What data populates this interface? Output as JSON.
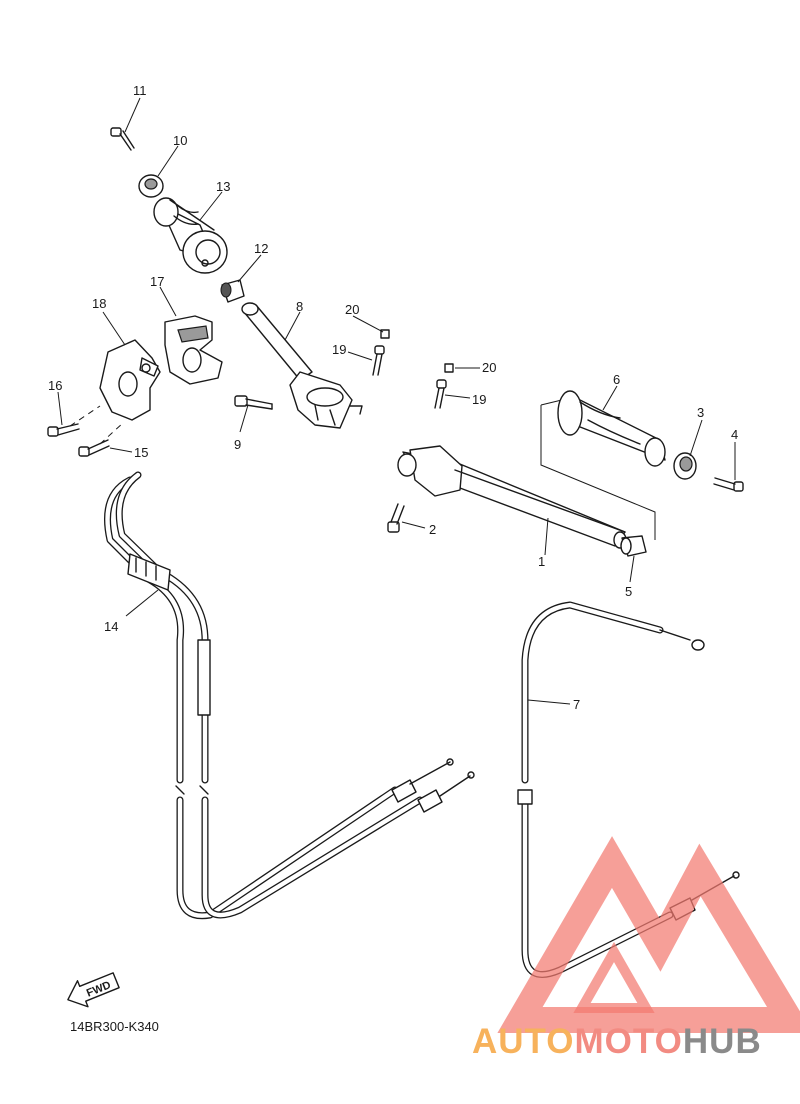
{
  "diagram": {
    "callouts": [
      "1",
      "2",
      "3",
      "4",
      "5",
      "6",
      "7",
      "8",
      "9",
      "10",
      "11",
      "12",
      "13",
      "14",
      "15",
      "16",
      "17",
      "18",
      "19",
      "19",
      "20",
      "20"
    ],
    "fwd_label": "FWD",
    "drawing_code": "14BR300-K340"
  },
  "watermark": {
    "part1": "AUTO",
    "part2": "MOTO",
    "part3": "HUB",
    "colors": {
      "orange": "#f7b25c",
      "red": "#f28b82",
      "gray": "#8a8a8a"
    }
  }
}
